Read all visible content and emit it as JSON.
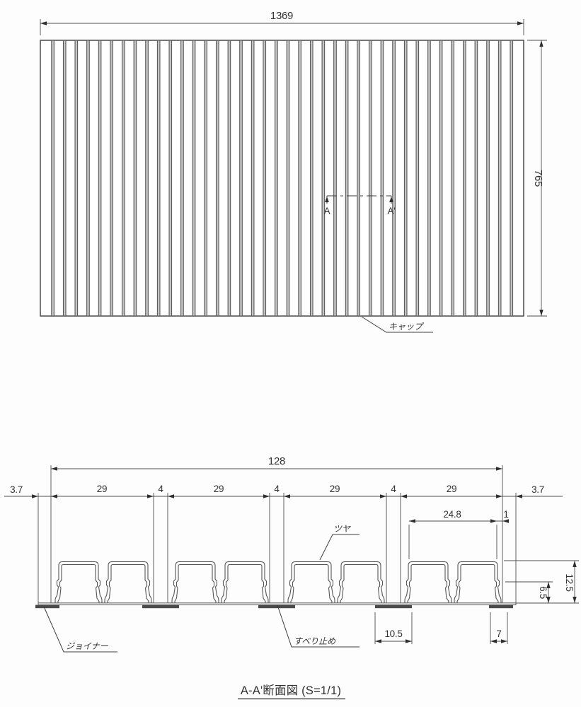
{
  "top_view": {
    "dim_width": "1369",
    "dim_height": "765",
    "section_label_left": "A",
    "section_label_right": "A'",
    "cap_label": "キャップ",
    "slat_divider_count": 40
  },
  "section_view": {
    "dim_overall": "128",
    "dim_left_margin": "3.7",
    "dim_right_margin": "3.7",
    "segs": [
      "29",
      "4",
      "29",
      "4",
      "29",
      "4",
      "29"
    ],
    "dim_top_width": "24.8",
    "dim_top_offset": "1",
    "dim_height_total": "12.5",
    "dim_height_foot": "6.5",
    "dim_pad_mid": "10.5",
    "dim_pad_end": "7",
    "label_gloss": "ツヤ",
    "label_joiner": "ジョイナー",
    "label_antislip": "すべり止め",
    "slat_group_count": 4
  },
  "title": "A-A'断面図 (S=1/1)",
  "colors": {
    "line": "#4d4d4d",
    "text": "#333333",
    "pad": "#4a4a4a",
    "slat_fill": "#c4c4c4"
  }
}
